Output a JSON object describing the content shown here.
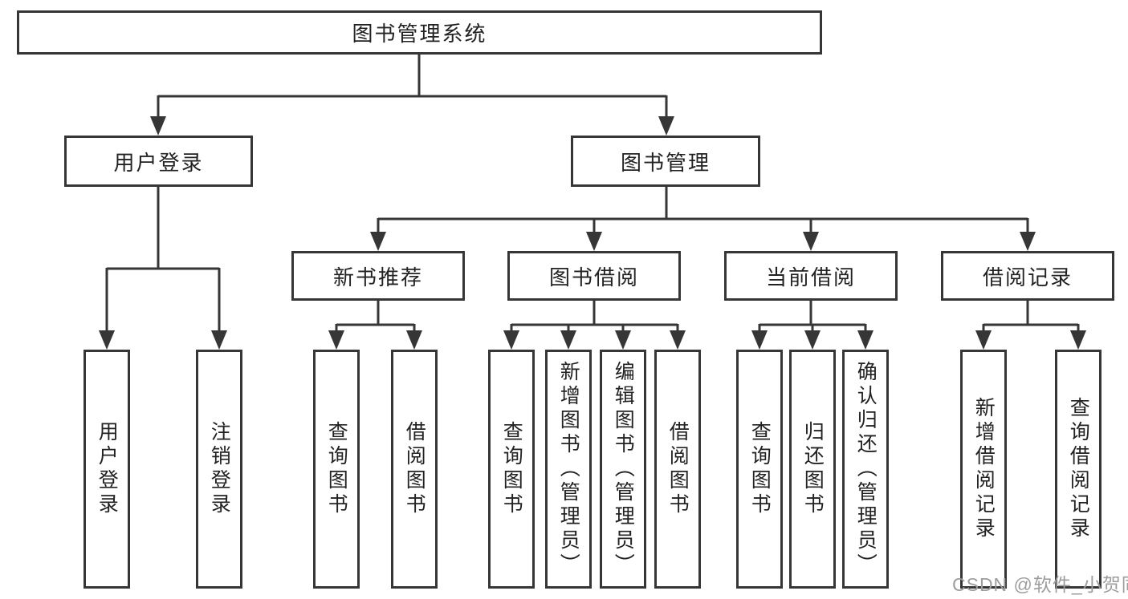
{
  "tree": {
    "root": {
      "label": "图书管理系统",
      "children": [
        {
          "label": "用户登录",
          "children": [
            {
              "label": "用户登录"
            },
            {
              "label": "注销登录"
            }
          ]
        },
        {
          "label": "图书管理",
          "children": [
            {
              "label": "新书推荐",
              "children": [
                {
                  "label": "查询图书"
                },
                {
                  "label": "借阅图书"
                }
              ]
            },
            {
              "label": "图书借阅",
              "children": [
                {
                  "label": "查询图书"
                },
                {
                  "label": "新增图书（管理员）"
                },
                {
                  "label": "编辑图书（管理员）"
                },
                {
                  "label": "借阅图书"
                }
              ]
            },
            {
              "label": "当前借阅",
              "children": [
                {
                  "label": "查询图书"
                },
                {
                  "label": "归还图书"
                },
                {
                  "label": "确认归还（管理员）"
                }
              ]
            },
            {
              "label": "借阅记录",
              "children": [
                {
                  "label": "新增借阅记录"
                },
                {
                  "label": "查询借阅记录"
                }
              ]
            }
          ]
        }
      ]
    }
  },
  "watermark": {
    "text": "CSDN @软件_小贺同学"
  },
  "colors": {
    "line": "#363636",
    "text": "#222222",
    "watermark": "#9d9d9d"
  }
}
